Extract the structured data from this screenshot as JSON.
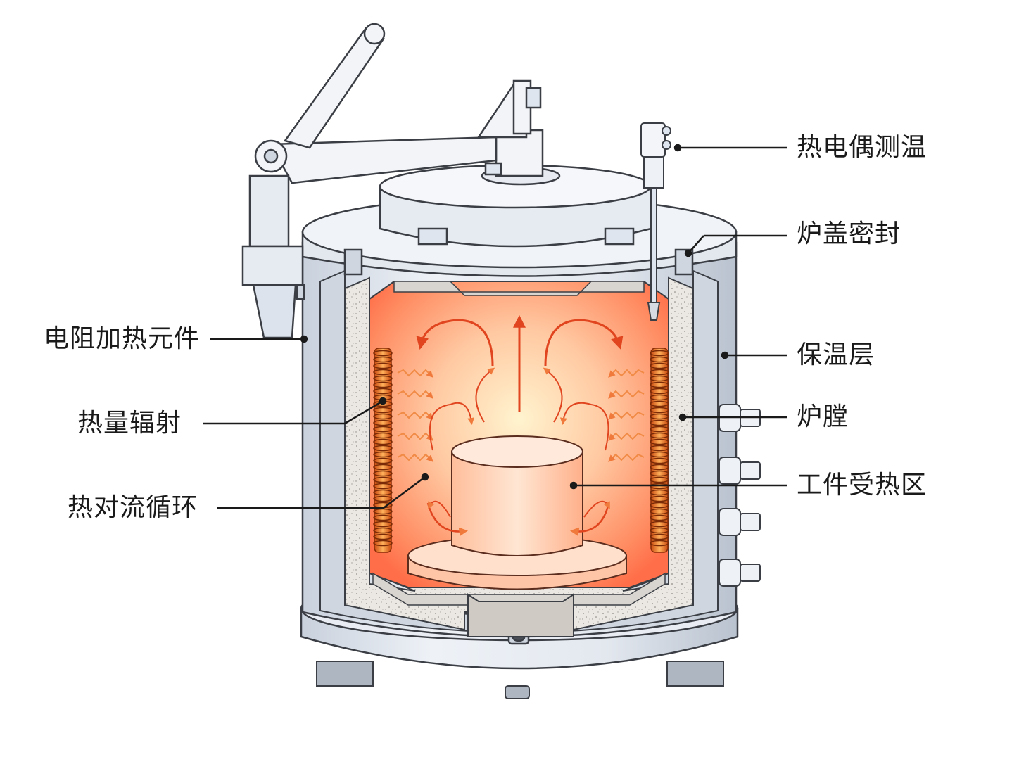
{
  "labels": {
    "thermocouple": "热电偶测温",
    "lid_seal": "炉盖密封",
    "insulation": "保温层",
    "chamber": "炉膛",
    "workpiece_zone": "工件受热区",
    "heating_element": "电阻加热元件",
    "radiation": "热量辐射",
    "convection": "热对流循环"
  },
  "colors": {
    "steel": "#dfe5ee",
    "steel_dark": "#8e98a6",
    "outline": "#3b3f45",
    "insulation": "#e7e4df",
    "heat_core": "#fff1c9",
    "heat_mid": "#ffc09a",
    "heat_edge": "#ff7a52",
    "coil": "#e8681e",
    "arrow": "#e0451f"
  }
}
